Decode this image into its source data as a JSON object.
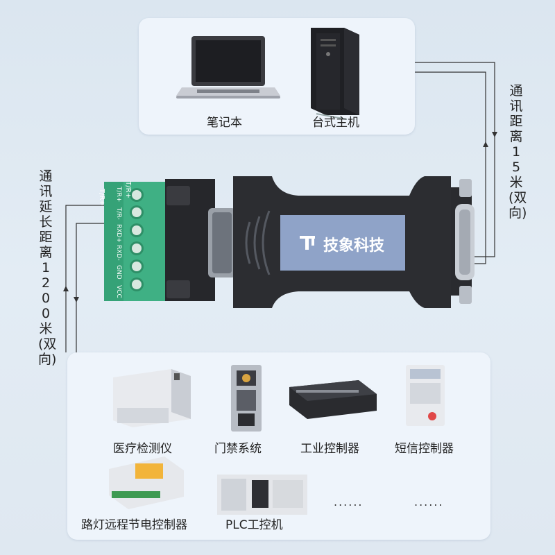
{
  "top_devices": [
    {
      "label": "笔记本",
      "icon": "laptop-icon"
    },
    {
      "label": "台式主机",
      "icon": "desktop-tower-icon"
    }
  ],
  "converter": {
    "brand": "技象科技",
    "pins": [
      "T/R+",
      "T/R-",
      "RXD+",
      "RXD-",
      "GND",
      "VCC"
    ],
    "colors": {
      "body": "#2c2d31",
      "terminal": "#3aa67a",
      "plate": "#8fa3c8"
    }
  },
  "side_labels": {
    "right": "通讯距离15米(双向)",
    "left": "通讯延长距离1200米(双向)"
  },
  "bottom_devices": [
    {
      "label": "医疗检测仪",
      "icon": "medical-analyzer-icon"
    },
    {
      "label": "门禁系统",
      "icon": "access-control-panel-icon"
    },
    {
      "label": "工业控制器",
      "icon": "industrial-controller-icon"
    },
    {
      "label": "短信控制器",
      "icon": "sms-controller-icon"
    },
    {
      "label": "路灯远程节电控制器",
      "icon": "streetlight-controller-icon"
    },
    {
      "label": "PLC工控机",
      "icon": "plc-industrial-pc-icon"
    }
  ],
  "ellipsis": [
    "......",
    "......"
  ]
}
